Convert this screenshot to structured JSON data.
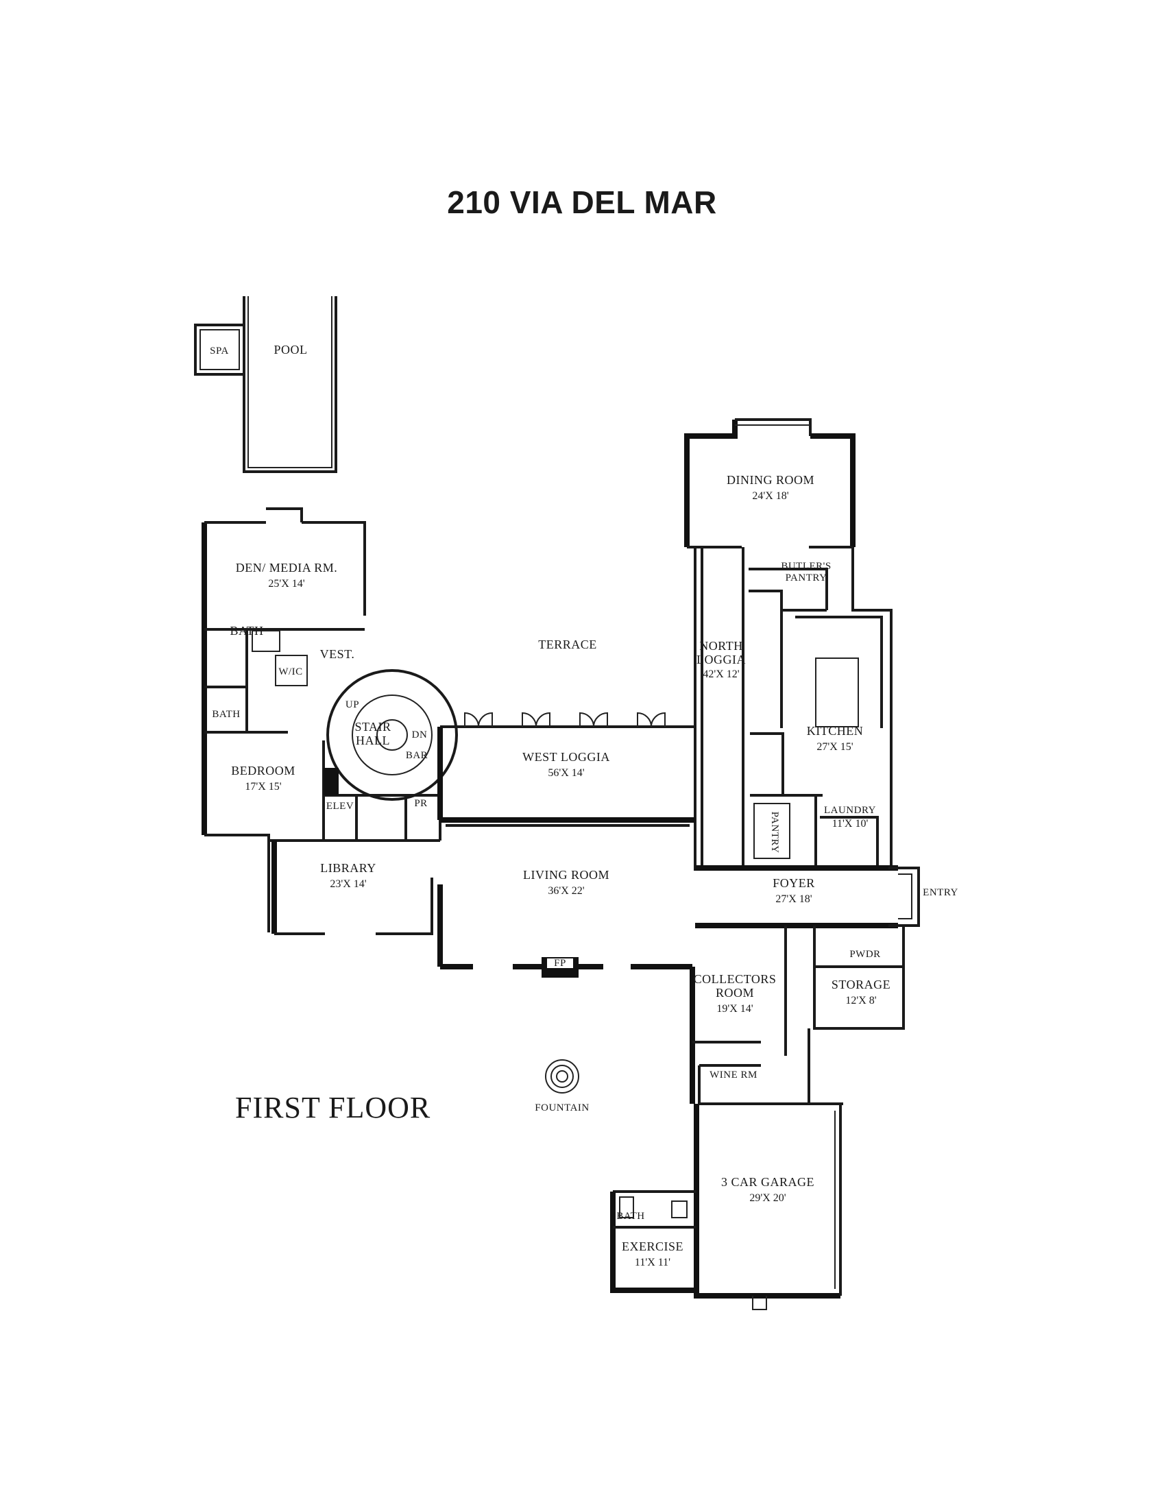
{
  "title": "210 VIA DEL MAR",
  "floor_label": "FIRST FLOOR",
  "rooms": {
    "spa": {
      "name": "SPA"
    },
    "pool": {
      "name": "POOL"
    },
    "dining": {
      "name": "DINING ROOM",
      "dims": "24'X 18'"
    },
    "butlers": {
      "name": "BUTLER'S",
      "name2": "PANTRY"
    },
    "den": {
      "name": "DEN/ MEDIA RM.",
      "dims": "25'X 14'"
    },
    "terrace": {
      "name": "TERRACE"
    },
    "north_loggia": {
      "name": "NORTH",
      "name2": "LOGGIA",
      "dims": "42'X 12'"
    },
    "bath1": {
      "name": "BATH"
    },
    "vest": {
      "name": "VEST."
    },
    "wic": {
      "name": "W/IC"
    },
    "bath2": {
      "name": "BATH"
    },
    "up": {
      "name": "UP"
    },
    "stair_hall": {
      "name": "STAIR",
      "name2": "HALL"
    },
    "dn": {
      "name": "DN"
    },
    "bar": {
      "name": "BAR"
    },
    "kitchen": {
      "name": "KITCHEN",
      "dims": "27'X 15'"
    },
    "west_loggia": {
      "name": "WEST LOGGIA",
      "dims": "56'X 14'"
    },
    "bedroom": {
      "name": "BEDROOM",
      "dims": "17'X 15'"
    },
    "elev": {
      "name": "ELEV"
    },
    "pr": {
      "name": "PR"
    },
    "pantry": {
      "name": "PANTRY"
    },
    "laundry": {
      "name": "LAUNDRY",
      "dims": "11'X 10'"
    },
    "library": {
      "name": "LIBRARY",
      "dims": "23'X 14'"
    },
    "living": {
      "name": "LIVING ROOM",
      "dims": "36'X 22'"
    },
    "foyer": {
      "name": "FOYER",
      "dims": "27'X 18'"
    },
    "entry": {
      "name": "ENTRY"
    },
    "pwdr": {
      "name": "PWDR"
    },
    "fp": {
      "name": "FP"
    },
    "collectors": {
      "name": "COLLECTORS",
      "name2": "ROOM",
      "dims": "19'X 14'"
    },
    "storage": {
      "name": "STORAGE",
      "dims": "12'X 8'"
    },
    "wine": {
      "name": "WINE RM"
    },
    "fountain": {
      "name": "FOUNTAIN"
    },
    "garage": {
      "name": "3 CAR GARAGE",
      "dims": "29'X 20'"
    },
    "bath3": {
      "name": "BATH"
    },
    "exercise": {
      "name": "EXERCISE",
      "dims": "11'X 11'"
    }
  }
}
